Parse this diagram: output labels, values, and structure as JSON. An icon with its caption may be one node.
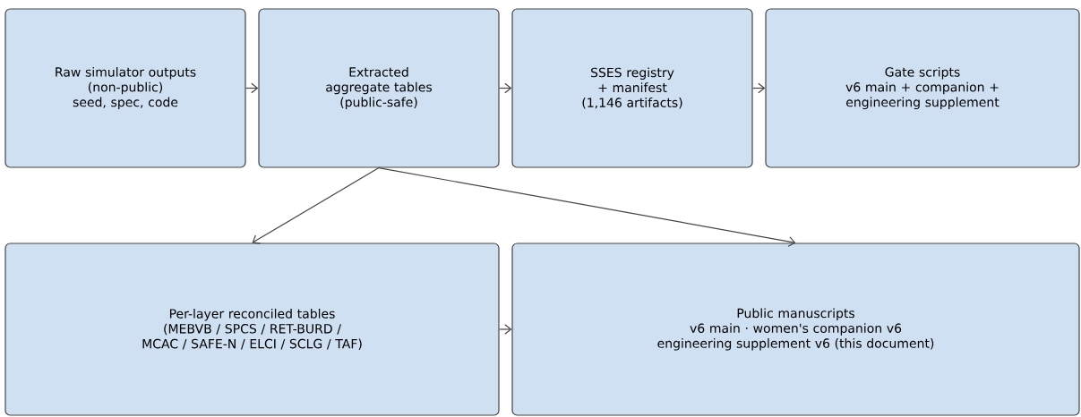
{
  "diagram": {
    "nodes": [
      {
        "text": [
          "Raw simulator outputs",
          "(non-public)",
          "seed, spec, code"
        ]
      },
      {
        "text": [
          "Extracted aggregate tables",
          "(public-safe)"
        ]
      },
      {
        "text": [
          "SSES registry + manifest",
          "(1,146 artifacts)"
        ]
      },
      {
        "text": [
          "Gate scripts",
          "v6 main + companion + engineering supplement"
        ]
      },
      {
        "text": [
          "Per-layer reconciled tables",
          "(MEBVB / SPCS / RET-BURD /",
          "MCAC / SAFE-N / ELCI / SCLG / TAF)"
        ]
      },
      {
        "text": [
          "Public manuscripts",
          "v6 main · women's companion v6",
          "engineering supplement v6 (this document)"
        ]
      }
    ],
    "edges": [
      {
        "from": 0,
        "to": 1,
        "arrow": "to"
      },
      {
        "from": 1,
        "to": 2,
        "arrow": "to"
      },
      {
        "from": 2,
        "to": 3,
        "arrow": "to"
      },
      {
        "from": 1,
        "to": 4,
        "arrow": "to"
      },
      {
        "from": 1,
        "to": 5,
        "arrow": "to"
      },
      {
        "from": 4,
        "to": 5,
        "arrow": "to"
      }
    ]
  }
}
